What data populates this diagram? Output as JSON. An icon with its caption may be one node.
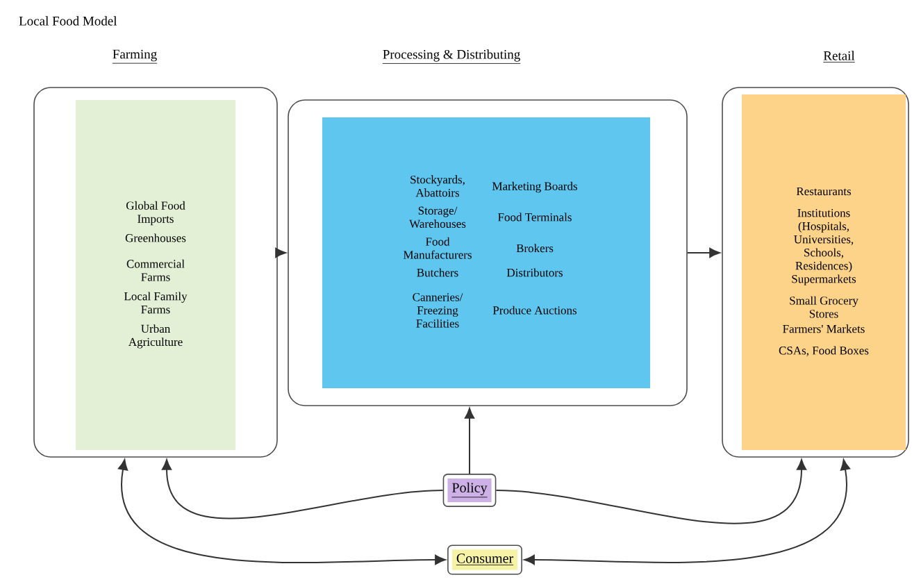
{
  "diagram": {
    "title": "Local Food Model",
    "nodes": [
      {
        "text": [
          "Farming"
        ]
      },
      {
        "text": [
          "Global Food Imports",
          "Greenhouses",
          "Commercial Farms",
          "Local Family Farms",
          "Urban Agriculture"
        ],
        "in": 0
      },
      {
        "text": [
          "Processing & Distributing"
        ]
      },
      {
        "text": [
          "Stockyards, Abattoirs",
          "Marketing Boards",
          "Storage/ Warehouses",
          "Food Terminals",
          "Food Manufacturers",
          "Brokers",
          "Butchers",
          "Distributors",
          "Canneries/ Freezing Facilities",
          "Produce Auctions"
        ],
        "in": 2
      },
      {
        "text": [
          "Retail"
        ]
      },
      {
        "text": [
          "Restaurants",
          "Institutions (Hospitals, Universities, Schools, Residences)",
          "Supermarkets",
          "Small Grocery Stores",
          "Farmers' Markets",
          "CSAs, Food Boxes"
        ],
        "in": 4
      },
      {
        "text": [
          "Policy"
        ]
      },
      {
        "text": [
          "Consumer"
        ]
      }
    ],
    "edges": [
      {
        "from": 0,
        "to": 2,
        "arrow": "to"
      },
      {
        "from": 2,
        "to": 4,
        "arrow": "to"
      },
      {
        "from": 6,
        "to": 2,
        "arrow": "to"
      },
      {
        "from": 6,
        "to": 0,
        "arrow": "to"
      },
      {
        "from": 6,
        "to": 4,
        "arrow": "to"
      },
      {
        "from": 0,
        "to": 7,
        "arrow": "both"
      },
      {
        "from": 4,
        "to": 7,
        "arrow": "both"
      }
    ]
  }
}
